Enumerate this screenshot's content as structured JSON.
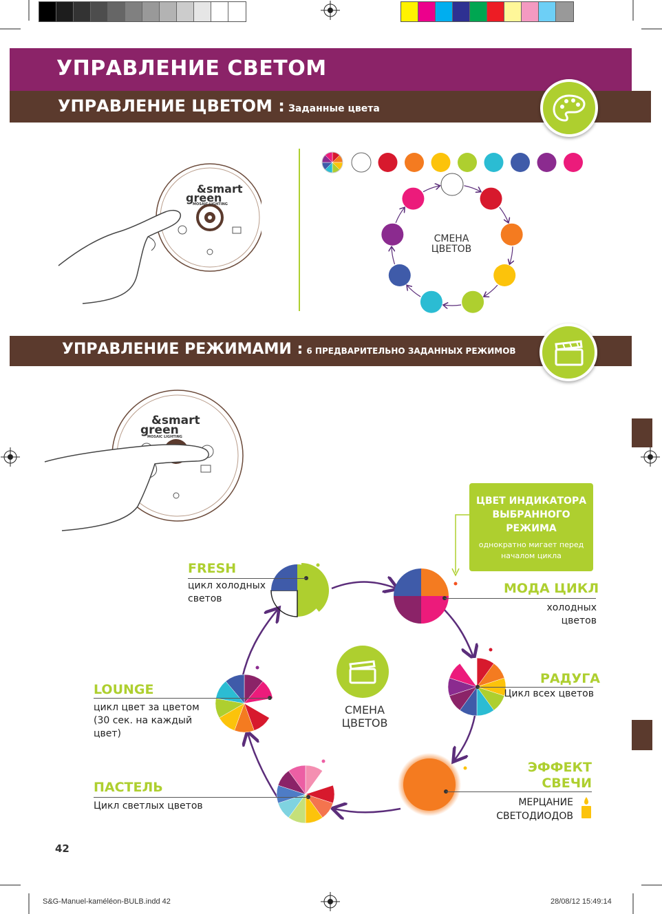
{
  "header": {
    "title": "УПРАВЛЕНИЕ СВЕТОМ"
  },
  "color_section": {
    "title": "УПРАВЛЕНИЕ ЦВЕТОМ :",
    "subtitle": "Заданные цвета",
    "icon": "palette-icon",
    "cycle_label_line1": "СМЕНА",
    "cycle_label_line2": "ЦВЕТОВ",
    "colors": [
      "#ffffff",
      "#d7192d",
      "#f47b20",
      "#fcc30b",
      "#aecf2f",
      "#2bbcd3",
      "#3f5ba9",
      "#8b2b8f",
      "#ec1b7b"
    ]
  },
  "device": {
    "brand_line1": "&smart",
    "brand_line2": "green",
    "brand_tag": "MOSAIC LIGHTING"
  },
  "mode_section": {
    "title": "УПРАВЛЕНИЕ РЕЖИМАМИ :",
    "subtitle": "6 ПРЕДВАРИТЕЛЬНО ЗАДАННЫХ РЕЖИМОВ",
    "icon": "clapperboard-icon",
    "center_label_line1": "СМЕНА",
    "center_label_line2": "ЦВЕТОВ",
    "indicator_box": {
      "title_line1": "ЦВЕТ ИНДИКАТОРА",
      "title_line2": "ВЫБРАННОГО",
      "title_line3": "РЕЖИМА",
      "note_line1": "однократно мигает перед",
      "note_line2": "началом цикла",
      "color": "#aecf2f"
    },
    "modes": {
      "fresh": {
        "title": "FRESH",
        "desc_line1": "цикл  холодных",
        "desc_line2": "светов",
        "color": "#aecf2f"
      },
      "moda": {
        "title": "МОДА  ЦИКЛ",
        "desc_line1": "холодных цветов",
        "color": "#aecf2f"
      },
      "raduga": {
        "title": "РАДУГА",
        "desc_line1": "Цикл всех цветов",
        "color": "#aecf2f"
      },
      "candle": {
        "title_line1": "ЭФФЕКТ",
        "title_line2": "СВЕЧИ",
        "desc_line1": "МЕРЦАНИЕ",
        "desc_line2": "СВЕТОДИОДОВ",
        "color": "#aecf2f"
      },
      "pastel": {
        "title": "ПАСТЕЛЬ",
        "desc_line1": "Цикл светлых цветов",
        "color": "#aecf2f"
      },
      "lounge": {
        "title": "LOUNGE",
        "desc_line1": "цикл цвет за цветом",
        "desc_line2": "(30 сек. на каждый",
        "desc_line3": "цвет)",
        "color": "#aecf2f"
      }
    }
  },
  "page": {
    "number": "42",
    "footer_file": "S&G-Manuel-kaméléon-BULB.indd   42",
    "footer_date": "28/08/12   15:49:14"
  },
  "accent_colors": {
    "purple": "#8b2368",
    "brown": "#5b3a2d",
    "lime": "#aecf2f",
    "cycle_arrow": "#5b2d7a"
  }
}
